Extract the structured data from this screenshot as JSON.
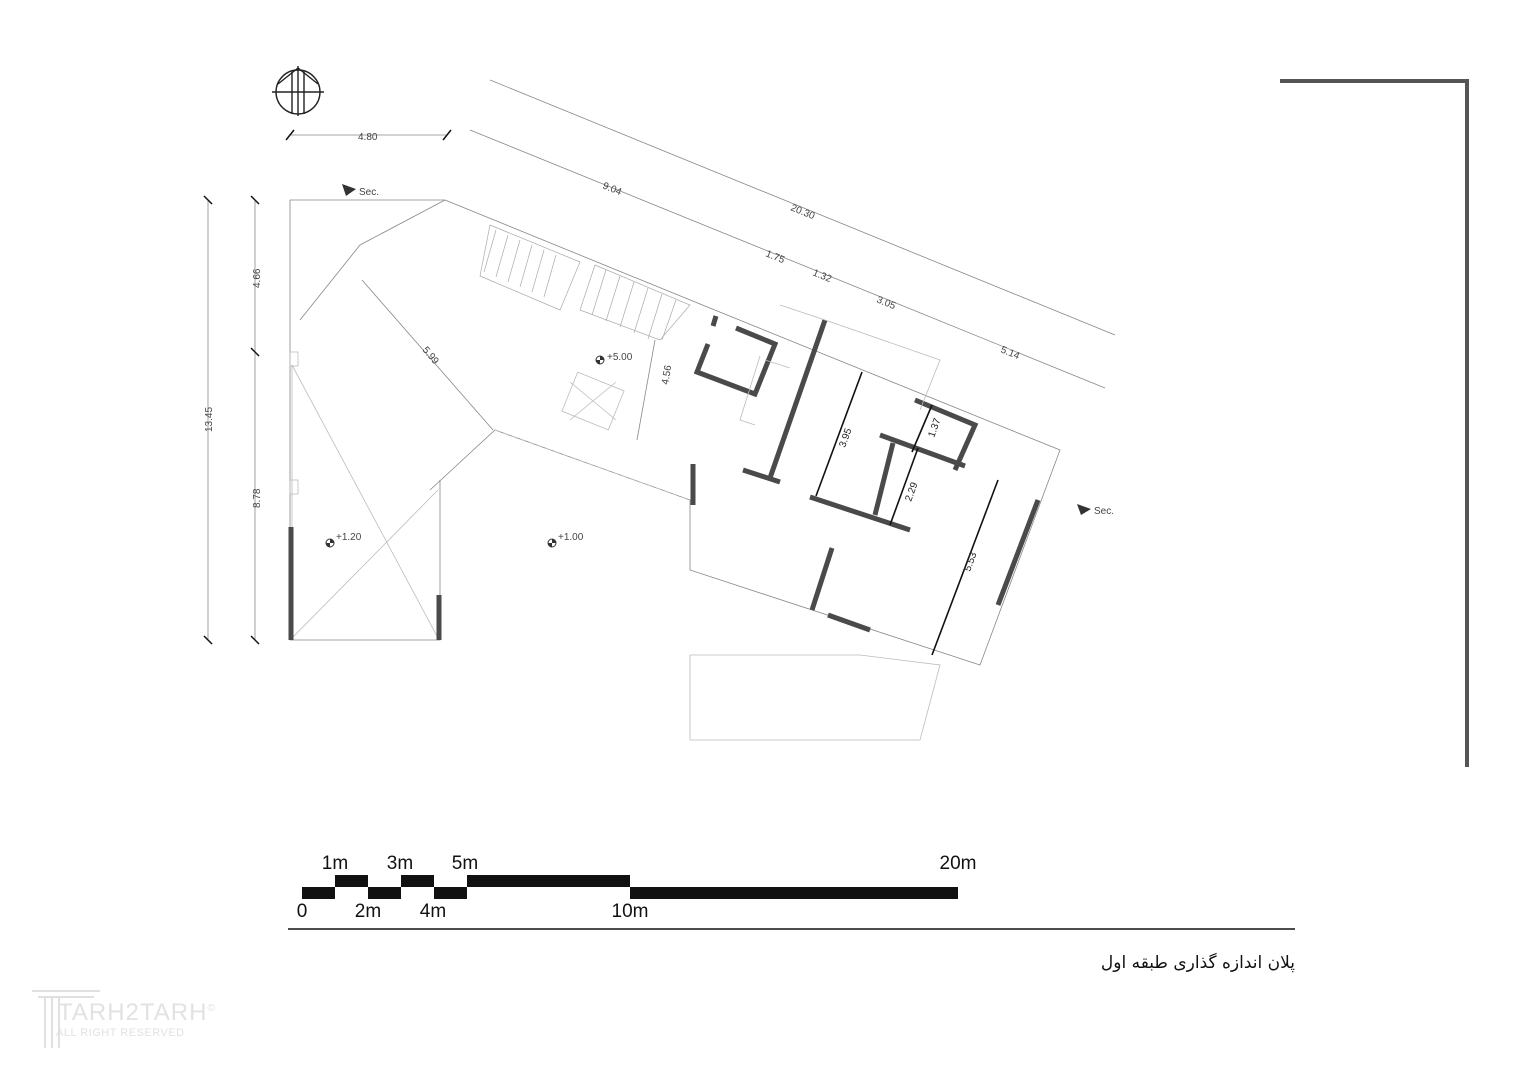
{
  "title": "پلان اندازه گذاری طبقه اول",
  "section_label": "Sec.",
  "dimensions": {
    "d_480": "4.80",
    "d_2030": "20.30",
    "d_904": "9.04",
    "d_175": "1.75",
    "d_132": "1.32",
    "d_305": "3.05",
    "d_514": "5.14",
    "d_1345": "13.45",
    "d_466": "4.66",
    "d_878": "8.78",
    "d_599": "5.99",
    "d_456": "4.56",
    "d_395": "3.95",
    "d_137": "1.37",
    "d_229": "2.29",
    "d_553": "5.53"
  },
  "levels": {
    "upper": "+5.00",
    "left": "+1.20",
    "middle": "+1.00"
  },
  "scale_bar": {
    "labels_top": [
      "1m",
      "3m",
      "5m",
      "20m"
    ],
    "labels_bottom": [
      "0",
      "2m",
      "4m",
      "10m"
    ]
  },
  "watermark": {
    "brand": "TARH2TARH",
    "rights": "ALL RIGHT RESERVED",
    "copyright": "©"
  }
}
